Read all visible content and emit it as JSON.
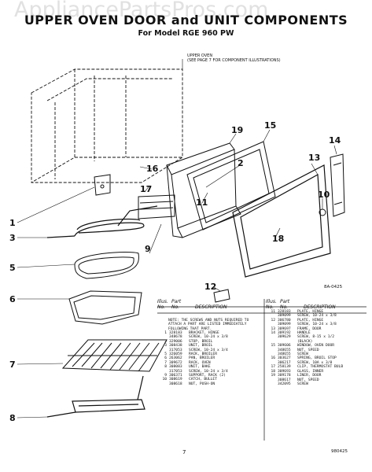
{
  "watermark": "AppliancePartsPros.com",
  "header": {
    "title": "UPPER OVEN DOOR and UNIT COMPONENTS",
    "model": "For Model RGE 960 PW"
  },
  "oven_note": {
    "line1": "UPPER OVEN",
    "line2": "(SEE PAGE 7 FOR COMPONENT ILLUSTRATIONS)"
  },
  "callouts": [
    "1",
    "2",
    "3",
    "5",
    "6",
    "7",
    "8",
    "9",
    "10",
    "11",
    "12",
    "13",
    "14",
    "15",
    "16",
    "17",
    "18",
    "19"
  ],
  "figure_ref": "8A-0425",
  "table": {
    "headers": {
      "illus": "Illus.",
      "part": "Part",
      "no": "No.",
      "no2": "No.",
      "description": "DESCRIPTION"
    },
    "note": "NOTE: THE SCREWS AND NUTS REQUIRED TO ATTACH A PART ARE LISTED IMMEDIATELY FOLLOWING THAT PART.",
    "left_rows": [
      {
        "illus": "1",
        "part": "328183",
        "desc": "BRACKET, HINGE"
      },
      {
        "illus": "",
        "part": "348678",
        "desc": "SCREW, 10-24 x 3/8"
      },
      {
        "illus": "2",
        "part": "329006",
        "desc": "STOP, BROIL"
      },
      {
        "illus": "3",
        "part": "308438",
        "desc": "UNIT, BROIL"
      },
      {
        "illus": "",
        "part": "317053",
        "desc": "SCREW, 10-24 x 3/4"
      },
      {
        "illus": "5",
        "part": "326059",
        "desc": "RACK, BROILER"
      },
      {
        "illus": "6",
        "part": "263062",
        "desc": "PAN, BROILER"
      },
      {
        "illus": "7",
        "part": "309672",
        "desc": "RACK, OVEN"
      },
      {
        "illus": "8",
        "part": "308083",
        "desc": "UNIT, BAKE"
      },
      {
        "illus": "",
        "part": "317053",
        "desc": "SCREW, 10-24 x 3/4"
      },
      {
        "illus": "9",
        "part": "306371",
        "desc": "SUPPORT, RACK (2)"
      },
      {
        "illus": "10",
        "part": "308619",
        "desc": "CATCH, BULLET"
      },
      {
        "illus": "",
        "part": "308618",
        "desc": "NUT, PUSH-ON"
      }
    ],
    "right_rows": [
      {
        "illus": "11",
        "part": "328183",
        "desc": "PLATE, HINGE"
      },
      {
        "illus": "",
        "part": "309099",
        "desc": "SCREW, 10-24 x 3/8"
      },
      {
        "illus": "12",
        "part": "306780",
        "desc": "PLATE, HINGE"
      },
      {
        "illus": "",
        "part": "309099",
        "desc": "SCREW, 10-24 x 3/8"
      },
      {
        "illus": "13",
        "part": "309697",
        "desc": "FRAME, DOOR"
      },
      {
        "illus": "14",
        "part": "309192",
        "desc": "HANDLE"
      },
      {
        "illus": "",
        "part": "309629",
        "desc": "SCREW, 8-15 x 1/2"
      },
      {
        "illus": "",
        "part": "",
        "desc": "(BLACK)"
      },
      {
        "illus": "15",
        "part": "309606",
        "desc": "WINDOW, OVEN DOOR"
      },
      {
        "illus": "",
        "part": "348655",
        "desc": "NUT, SPEED"
      },
      {
        "illus": "",
        "part": "348655",
        "desc": "SCREW"
      },
      {
        "illus": "16",
        "part": "303627",
        "desc": "SPRING, BROIL STOP"
      },
      {
        "illus": "",
        "part": "306217",
        "desc": "SCREW, 10A x 3/8"
      },
      {
        "illus": "17",
        "part": "258139",
        "desc": "CLIP, THERMOSTAT BULB"
      },
      {
        "illus": "18",
        "part": "309693",
        "desc": "GLASS, INNER"
      },
      {
        "illus": "19",
        "part": "309178",
        "desc": "LINER, DOOR"
      },
      {
        "illus": "",
        "part": "308617",
        "desc": "NUT, SPEED"
      },
      {
        "illus": "",
        "part": "342095",
        "desc": "SCREW"
      }
    ]
  },
  "footer": {
    "page": "7",
    "doc": "980425"
  }
}
